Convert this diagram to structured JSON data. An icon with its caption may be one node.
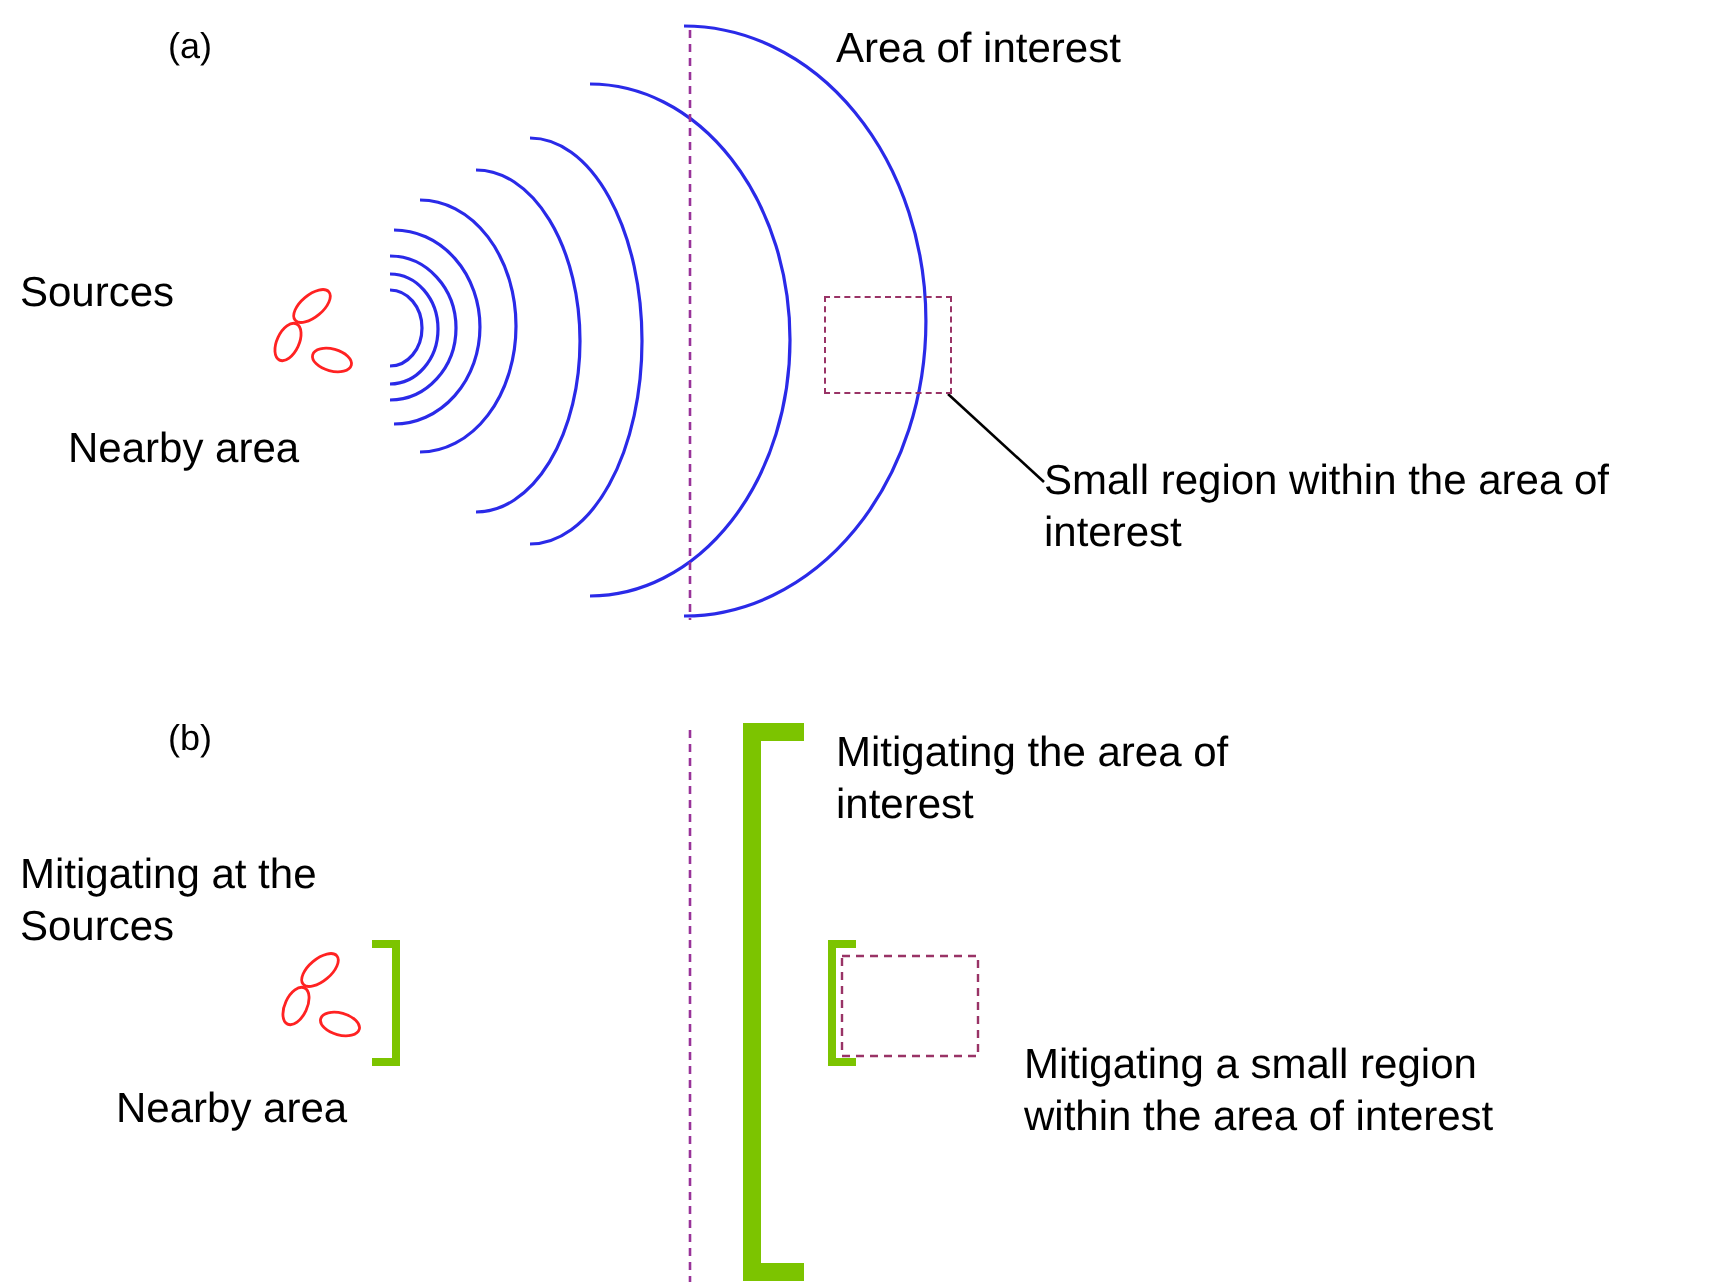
{
  "diagram": {
    "nodes": [
      {
        "text": [
          "Small region within the area of interest"
        ]
      },
      {
        "text": [],
        "shape": "box"
      }
    ],
    "edges": [
      {
        "from": 0,
        "to": 1,
        "arrow": "none"
      }
    ],
    "labels": [
      "(a)",
      "Area of interest",
      "Sources",
      "Nearby area",
      "(b)",
      "Mitigating the area of interest",
      "Mitigating at the Sources",
      "Nearby area",
      "Mitigating a small region within the area of interest"
    ]
  }
}
